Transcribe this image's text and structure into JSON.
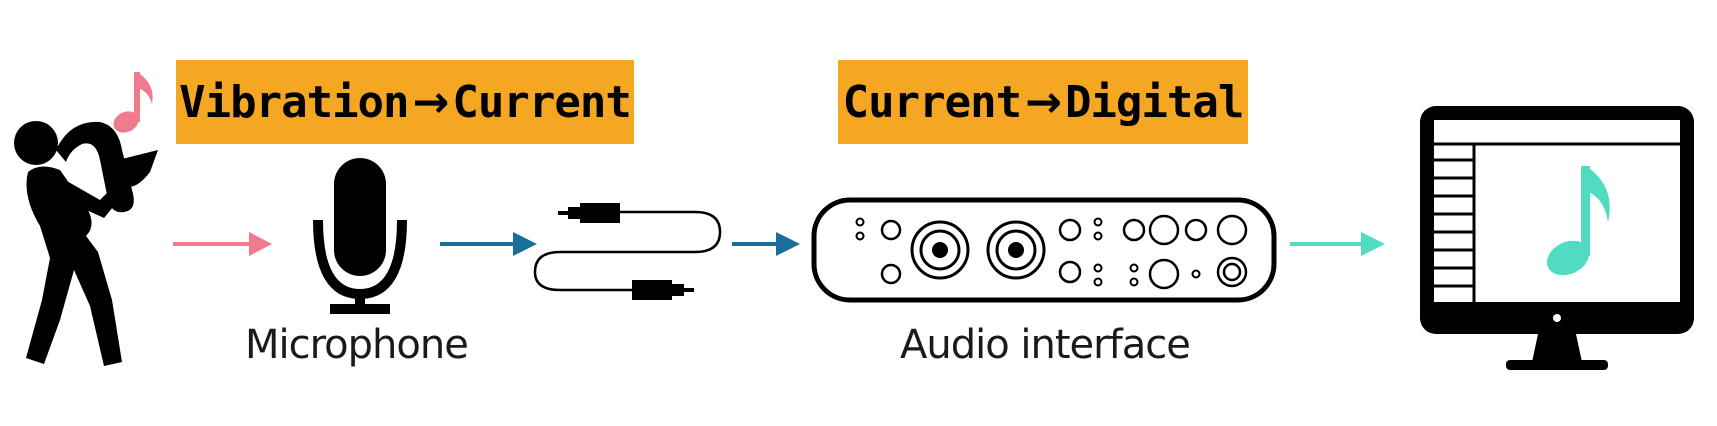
{
  "stages": {
    "stage1": {
      "from": "Vibration",
      "arrow": "→",
      "to": "Current"
    },
    "stage2": {
      "from": "Current",
      "arrow": "→",
      "to": "Digital"
    }
  },
  "captions": {
    "microphone": "Microphone",
    "audio_interface": "Audio interface"
  },
  "icons": {
    "musician": "saxophone-player-icon",
    "note_small": "music-note-icon",
    "microphone": "microphone-icon",
    "cable": "audio-cable-icon",
    "interface": "audio-interface-icon",
    "computer": "computer-monitor-icon",
    "note_screen": "music-note-icon"
  },
  "colors": {
    "label_bg": "#f5a623",
    "pink": "#f07b8c",
    "blue": "#1a6e9c",
    "teal": "#4fdcc0",
    "black": "#000000"
  }
}
